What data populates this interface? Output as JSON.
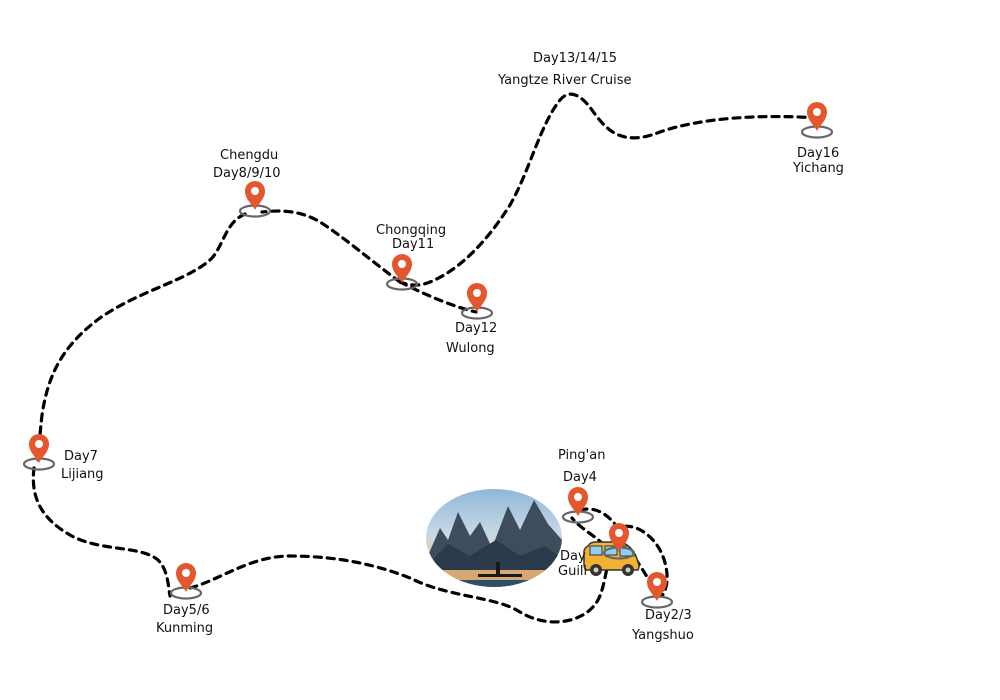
{
  "colors": {
    "route": "#000000",
    "pin": "#e4572e",
    "pin_ring": "#666666",
    "van_body": "#f2b233",
    "van_window": "#8fd0ee"
  },
  "icons": {
    "pin": "map-pin-icon",
    "van": "van-icon",
    "photo": "karst-landscape-photo"
  },
  "stops": {
    "yangshuo": {
      "day": "Day2/3",
      "place": "Yangshuo"
    },
    "guilin": {
      "day": "Day",
      "place": "Guili"
    },
    "pingan": {
      "day": "Day4",
      "place": "Ping'an"
    },
    "kunming": {
      "day": "Day5/6",
      "place": "Kunming"
    },
    "lijiang": {
      "day": "Day7",
      "place": "Lijiang"
    },
    "chengdu": {
      "day": "Day8/9/10",
      "place": "Chengdu"
    },
    "chongqing": {
      "day": "Day11",
      "place": "Chongqing"
    },
    "wulong": {
      "day": "Day12",
      "place": "Wulong"
    },
    "cruise": {
      "day": "Day13/14/15",
      "place": "Yangtze River Cruise"
    },
    "yichang": {
      "day": "Day16",
      "place": "Yichang"
    }
  }
}
